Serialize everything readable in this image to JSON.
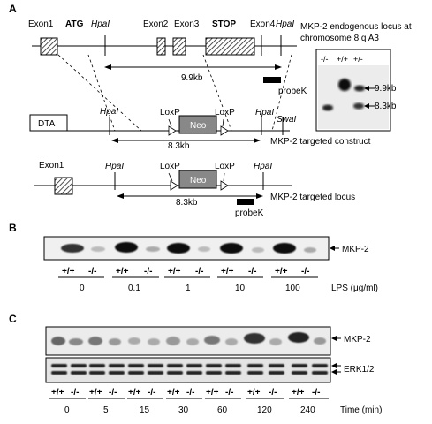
{
  "panel_labels": {
    "a": "A",
    "b": "B",
    "c": "C"
  },
  "panel_a": {
    "top_labels": {
      "exon1": "Exon1",
      "atg": "ATG",
      "hpa1": "HpaI",
      "exon2": "Exon2",
      "exon3": "Exon3",
      "stop": "STOP",
      "exon4": "Exon4",
      "hpa2": "HpaI"
    },
    "locus_title_line1": "MKP-2 endogenous locus at",
    "locus_title_line2": "chromosome 8 q A3",
    "dist_endogenous": "9.9kb",
    "probe_label": "probeK",
    "blot_lanes": [
      "-/-",
      "+/+",
      "+/-"
    ],
    "blot_sizes": [
      "9.9kb",
      "8.3kb"
    ],
    "construct": {
      "dta": "DTA",
      "hpa_left": "HpaI",
      "loxp1": "LoxP",
      "neo": "Neo",
      "loxp2": "LoxP",
      "hpa_right": "HpaI",
      "swa": "SwaI",
      "dist": "8.3kb",
      "caption": "MKP-2 targeted construct"
    },
    "targeted": {
      "exon1": "Exon1",
      "hpa_left": "HpaI",
      "loxp1": "LoxP",
      "neo": "Neo",
      "loxp2": "LoxP",
      "hpa_right": "HpaI",
      "dist": "8.3kb",
      "probe": "probeK",
      "caption": "MKP-2 targeted locus"
    }
  },
  "panel_b": {
    "band_label": "MKP-2",
    "genotypes": [
      "+/+",
      "-/-",
      "+/+",
      "-/-",
      "+/+",
      "-/-",
      "+/+",
      "-/-",
      "+/+",
      "-/-"
    ],
    "doses": [
      "0",
      "0.1",
      "1",
      "10",
      "100"
    ],
    "dose_unit": "LPS (μg/ml)"
  },
  "panel_c": {
    "band_label_top": "MKP-2",
    "band_label_bottom": "ERK1/2",
    "genotypes": [
      "+/+",
      "-/-",
      "+/+",
      "-/-",
      "+/+",
      "-/-",
      "+/+",
      "-/-",
      "+/+",
      "-/-",
      "+/+",
      "-/-",
      "+/+",
      "-/-"
    ],
    "times": [
      "0",
      "5",
      "15",
      "30",
      "60",
      "120",
      "240"
    ],
    "time_unit": "Time (min)"
  }
}
